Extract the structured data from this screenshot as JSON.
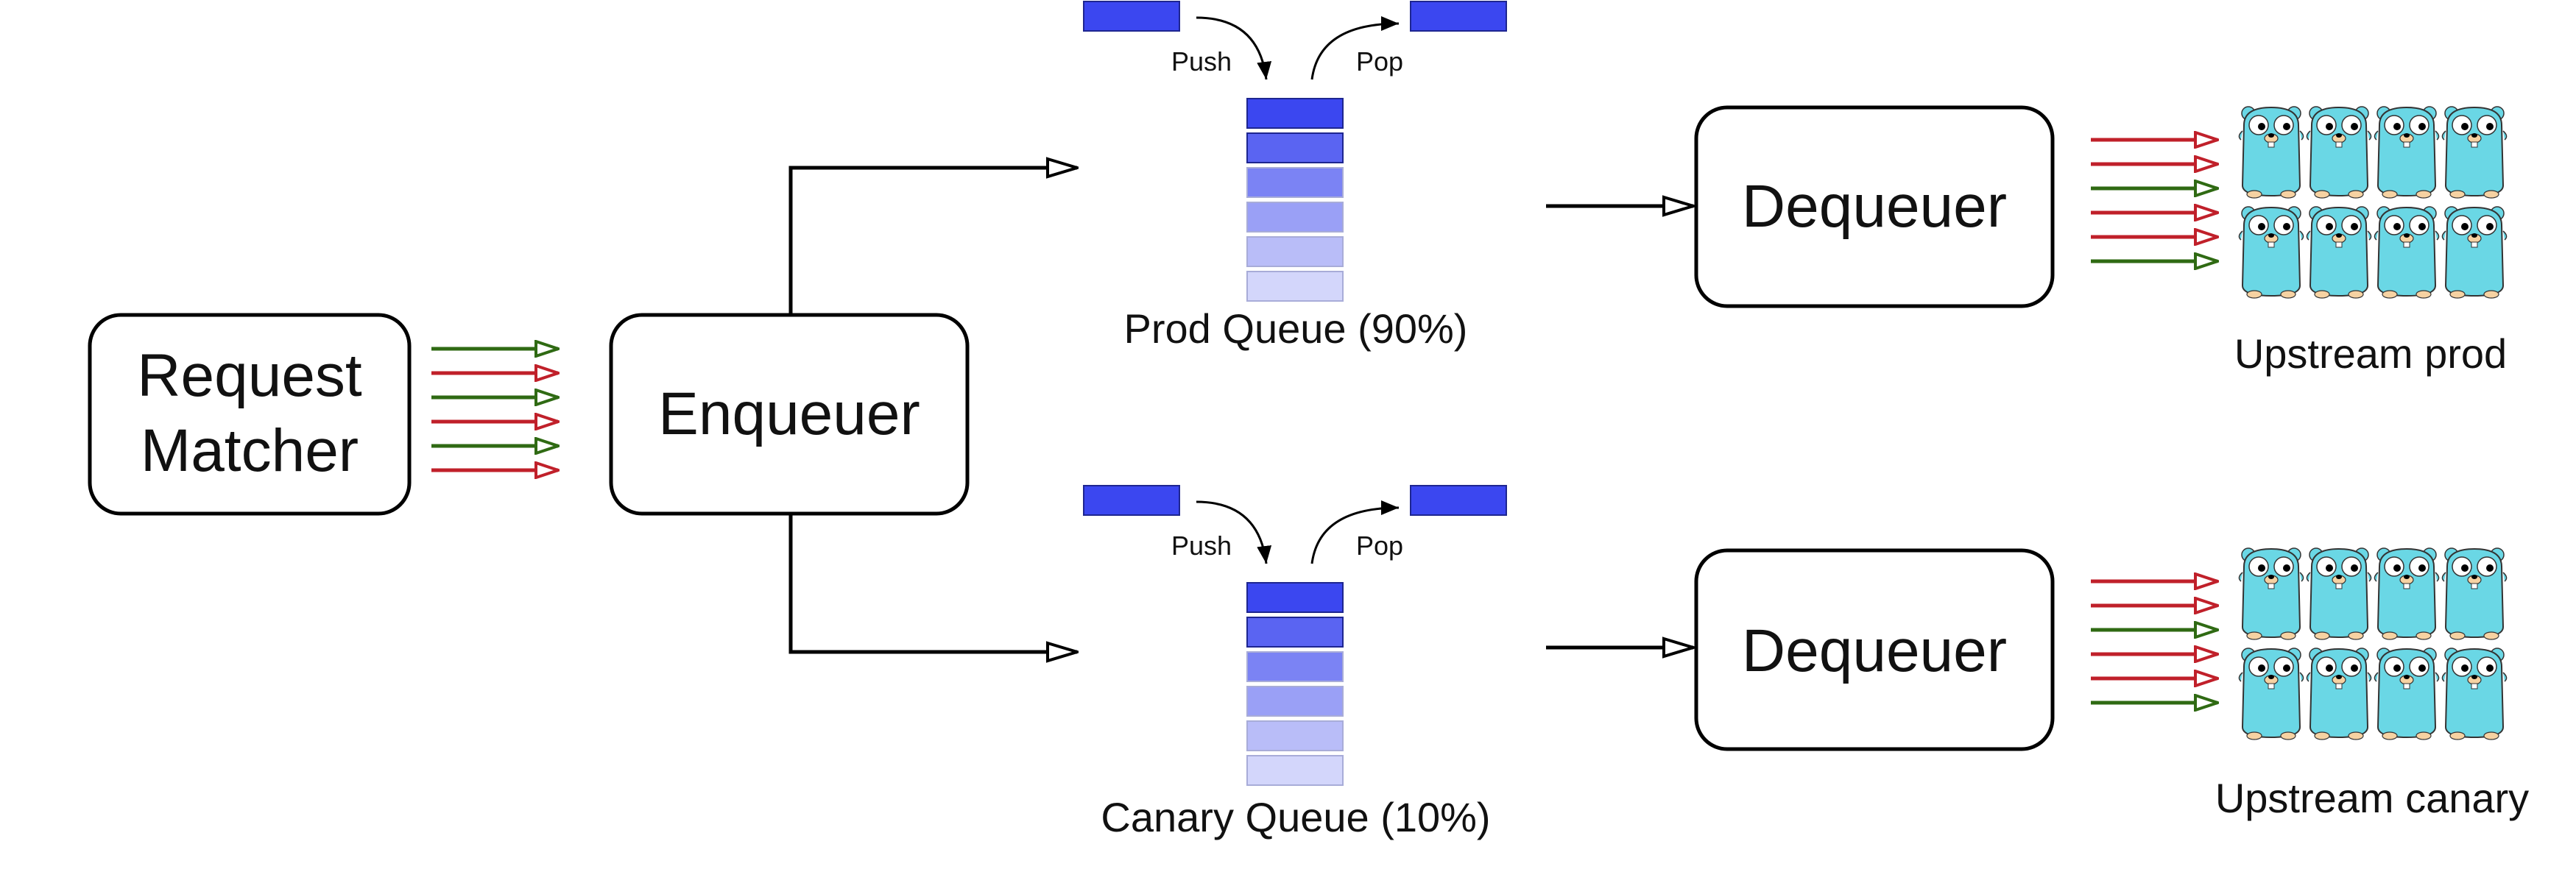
{
  "nodes": {
    "request_matcher": {
      "line1": "Request",
      "line2": "Matcher"
    },
    "enqueuer": {
      "label": "Enqueuer"
    },
    "dequeuer_prod": {
      "label": "Dequeuer"
    },
    "dequeuer_canary": {
      "label": "Dequeuer"
    }
  },
  "queues": {
    "prod": {
      "label": "Prod Queue (90%)",
      "push": "Push",
      "pop": "Pop"
    },
    "canary": {
      "label": "Canary Queue (10%)",
      "push": "Push",
      "pop": "Pop"
    }
  },
  "upstreams": {
    "prod": {
      "label": "Upstream prod",
      "gopher_icon": "gopher-mascot-icon",
      "gopher_count": 8
    },
    "canary": {
      "label": "Upstream canary",
      "gopher_icon": "gopher-mascot-icon",
      "gopher_count": 8
    }
  },
  "colors": {
    "queue_shades": [
      "#3b47f0",
      "#5a64f2",
      "#7b83f4",
      "#9aa0f6",
      "#b9bdf8",
      "#d3d6fb"
    ],
    "queue_item": "#3b47f0",
    "request_red": "#c0202a",
    "request_green": "#2f6a13",
    "gopher_body": "#6ad7e5",
    "stroke": "#000000"
  },
  "request_arrow_colors": [
    "green",
    "red",
    "green",
    "red",
    "green",
    "red"
  ]
}
